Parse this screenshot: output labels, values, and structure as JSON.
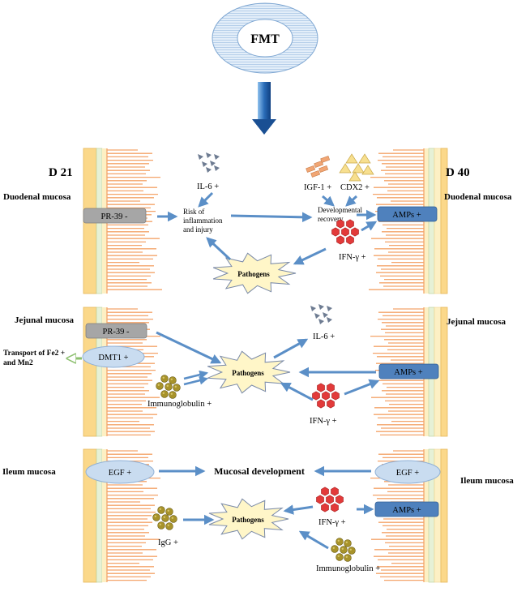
{
  "fmt": "FMT",
  "days": {
    "left": "D 21",
    "right": "D 40"
  },
  "duodenum": {
    "label_left": "Duodenal mucosa",
    "label_right": "Duodenal mucosa",
    "pr39": "PR-39 -",
    "il6": "IL-6 +",
    "risk": [
      "Risk of",
      "inflammation",
      "and injury"
    ],
    "igf1": "IGF-1 +",
    "cdx2": "CDX2 +",
    "dev": [
      "Developmental",
      "recovery"
    ],
    "amps": "AMPs +",
    "ifn": "IFN-γ +",
    "pathogens": "Pathogens"
  },
  "jejunum": {
    "label_left": "Jejunal mucosa",
    "label_right": "Jejunal mucosa",
    "pr39": "PR-39 -",
    "dmt1": "DMT1 +",
    "transport": [
      "Transport of Fe2 +",
      "and Mn2"
    ],
    "il6": "IL-6 +",
    "pathogens": "Pathogens",
    "amps": "AMPs +",
    "immunoglobulin": "Immunoglobulin +",
    "ifn": "IFN-γ +"
  },
  "ileum": {
    "label_left": "Ileum mucosa",
    "label_right": "Ileum mucosa",
    "egf_left": "EGF +",
    "egf_right": "EGF +",
    "development": "Mucosal development",
    "pathogens": "Pathogens",
    "ifn": "IFN-γ +",
    "amps": "AMPs +",
    "igg": "IgG +",
    "immunoglobulin": "Immunoglobulin +"
  },
  "colors": {
    "arrow": "#5b8fc7",
    "tissue_yellow": "#fbd88a",
    "tissue_pale": "#fdf0c4",
    "villi": "#f4a46a",
    "amps_box": "#4f81bd",
    "pr39_box": "#a6a6a6",
    "oval": "#c9dcf0",
    "burst_fill": "#fff6c8",
    "hexagon": "#e23a3a",
    "dot": "#a8932a",
    "tri_blue": "#6e7c92",
    "rect_orange": "#f1a674",
    "tri_yellow": "#f7df8f"
  }
}
